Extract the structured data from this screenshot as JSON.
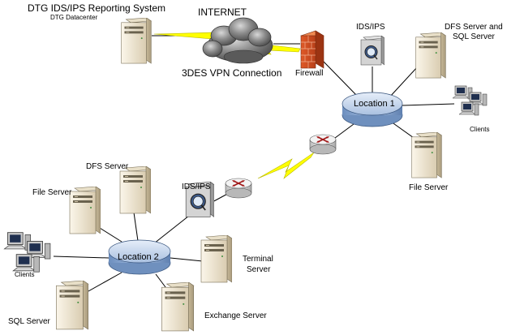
{
  "reporting": {
    "title": "DTG IDS/IPS Reporting System",
    "subtitle": "DTG Datacenter"
  },
  "internet": {
    "label": "INTERNET",
    "vpn_label": "3DES VPN Connection"
  },
  "firewall": {
    "label": "Firewall"
  },
  "location1": {
    "name": "Location 1",
    "ids_label": "IDS/IPS",
    "dfs_label_line1": "DFS Server and",
    "dfs_label_line2": "SQL Server",
    "clients_label": "Clients",
    "file_server_label": "File Server"
  },
  "location2": {
    "name": "Location 2",
    "dfs_label": "DFS Server",
    "file_server_label": "File Server",
    "ids_label": "IDS/IPS",
    "clients_label": "Clients",
    "terminal_label_line1": "Terminal",
    "terminal_label_line2": "Server",
    "sql_label": "SQL Server",
    "exchange_label": "Exchange Server"
  },
  "colors": {
    "link": "#ffff00",
    "hub": "#9fb9dc",
    "server": "#efe6d2",
    "cloud": "#6f6f6f"
  }
}
